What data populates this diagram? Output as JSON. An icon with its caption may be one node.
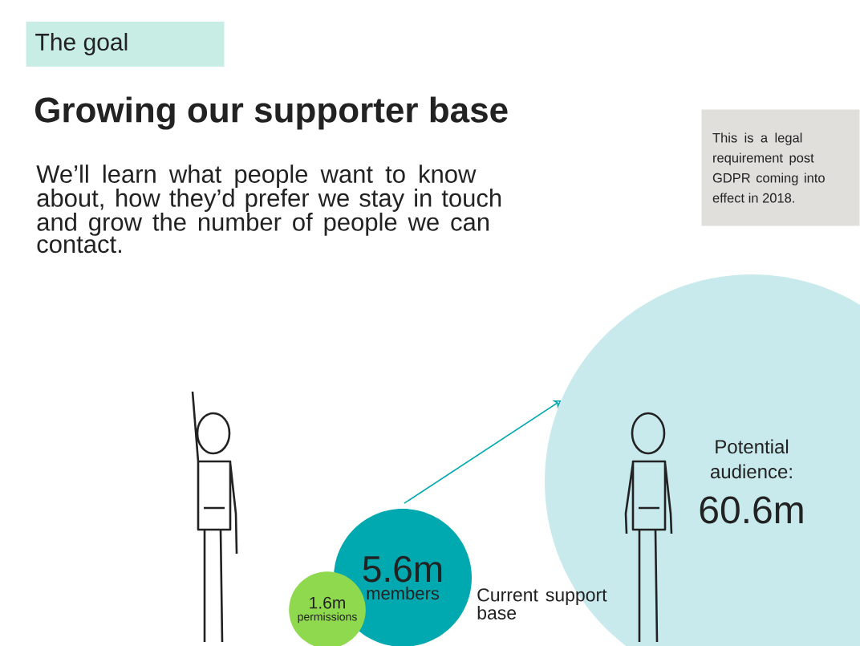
{
  "diagram": {
    "title": "Growing our supporter base",
    "nodes": [
      {
        "text": [
          "Potential audience:",
          "60.6m"
        ]
      },
      {
        "text": [
          "5.6m",
          "members"
        ],
        "beside": [
          "Current support base"
        ]
      },
      {
        "text": [
          "1.6m",
          "permissions"
        ]
      },
      {
        "text": [
          "This is a legal requirement post GDPR coming into effect in 2018."
        ]
      },
      {
        "text": [
          "The goal"
        ]
      }
    ],
    "edges": [
      {
        "from": 1,
        "to": 0,
        "arrow": "to",
        "color": "#00a8b0"
      }
    ],
    "labels": [
      "We’ll learn what people want to know about, how they’d prefer we stay in touch and grow the number of people we can contact."
    ]
  }
}
